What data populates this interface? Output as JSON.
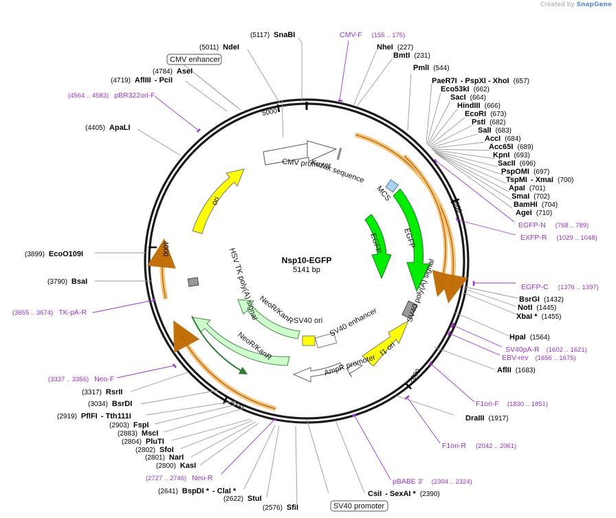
{
  "brand": {
    "prefix": "Created by",
    "name": "SnapGene"
  },
  "plasmid": {
    "name": "Nsp10-EGFP",
    "length_label": "5141 bp",
    "length": 5141
  },
  "ticks": [
    "1000",
    "2000",
    "3000",
    "4000",
    "5000"
  ],
  "features": [
    {
      "name": "CMV promoter",
      "color": "#ffffff",
      "kind": "promoter"
    },
    {
      "name": "Kozak sequence",
      "color": "#9a9a9a",
      "kind": "misc"
    },
    {
      "name": "MCS",
      "color": "#a9d1f0",
      "kind": "misc"
    },
    {
      "name": "EGFP",
      "color": "#00ee00",
      "kind": "cds"
    },
    {
      "name": "EGFP",
      "color": "#00ee00",
      "kind": "cds"
    },
    {
      "name": "SV40 poly(A) signal",
      "color": "#9a9a9a",
      "kind": "misc"
    },
    {
      "name": "f1 ori",
      "color": "#ffff00",
      "kind": "origin"
    },
    {
      "name": "AmpR promoter",
      "color": "#ffffff",
      "kind": "promoter"
    },
    {
      "name": "SV40 promoter",
      "color": "#ffffff",
      "kind": "promoter"
    },
    {
      "name": "SV40 ori",
      "color": "#ffff00",
      "kind": "origin"
    },
    {
      "name": "SV40 enhancer",
      "color": "#ffffff",
      "kind": "misc"
    },
    {
      "name": "NeoR/KanR",
      "color": "#ccffcc",
      "kind": "cds"
    },
    {
      "name": "NeoR/KanR",
      "color": "#ccffcc",
      "kind": "cds"
    },
    {
      "name": "HSV TK poly(A) signal",
      "color": "#9a9a9a",
      "kind": "misc"
    },
    {
      "name": "ori",
      "color": "#ffff00",
      "kind": "origin"
    },
    {
      "name": "CMV enhancer",
      "color": "#ffffff",
      "kind": "enhancer"
    }
  ],
  "sites": [
    {
      "name": "SnaBI",
      "pos": "(5117)"
    },
    {
      "name": "NdeI",
      "pos": "(5011)"
    },
    {
      "name": "AseI",
      "pos": "(4784)"
    },
    {
      "name": "AflIII",
      "extra": "- PciI",
      "pos": "(4719)"
    },
    {
      "name": "ApaLI",
      "pos": "(4405)"
    },
    {
      "name": "EcoO109I",
      "pos": "(3899)"
    },
    {
      "name": "BsaI",
      "pos": "(3790)"
    },
    {
      "name": "RsrII",
      "pos": "(3317)"
    },
    {
      "name": "BsrDI",
      "pos": "(3034)"
    },
    {
      "name": "PflFI",
      "extra": "- Tth111I",
      "pos": "(2919)"
    },
    {
      "name": "FspI",
      "pos": "(2903)"
    },
    {
      "name": "MscI",
      "pos": "(2883)"
    },
    {
      "name": "PluTI",
      "pos": "(2804)"
    },
    {
      "name": "SfoI",
      "pos": "(2802)"
    },
    {
      "name": "NarI",
      "pos": "(2801)"
    },
    {
      "name": "KasI",
      "pos": "(2800)"
    },
    {
      "name": "BspDI *",
      "extra": "- ClaI *",
      "pos": "(2641)"
    },
    {
      "name": "StuI",
      "pos": "(2622)"
    },
    {
      "name": "SfiI",
      "pos": "(2576)"
    },
    {
      "name": "CsiI",
      "extra": "- SexAI *",
      "pos": "(2390)"
    },
    {
      "name": "DraIII",
      "pos": "(1917)"
    },
    {
      "name": "AflII",
      "pos": "(1683)"
    },
    {
      "name": "HpaI",
      "pos": "(1564)"
    },
    {
      "name": "XbaI *",
      "pos": "(1455)"
    },
    {
      "name": "NotI",
      "pos": "(1445)"
    },
    {
      "name": "BsrGI",
      "pos": "(1432)"
    },
    {
      "name": "NheI",
      "pos": "(227)"
    },
    {
      "name": "BmtI",
      "pos": "(231)"
    },
    {
      "name": "PmlI",
      "pos": "(544)"
    },
    {
      "name": "PaeR7I",
      "extra": "- PspXI - XhoI",
      "pos": "(657)"
    },
    {
      "name": "Eco53kI",
      "pos": "(662)"
    },
    {
      "name": "SacI",
      "pos": "(664)"
    },
    {
      "name": "HindIII",
      "pos": "(666)"
    },
    {
      "name": "EcoRI",
      "pos": "(673)"
    },
    {
      "name": "PstI",
      "pos": "(682)"
    },
    {
      "name": "SalI",
      "pos": "(683)"
    },
    {
      "name": "AccI",
      "pos": "(684)"
    },
    {
      "name": "Acc65I",
      "pos": "(689)"
    },
    {
      "name": "KpnI",
      "pos": "(693)"
    },
    {
      "name": "SacII",
      "pos": "(696)"
    },
    {
      "name": "PspOMI",
      "pos": "(697)"
    },
    {
      "name": "TspMI",
      "extra": "- XmaI",
      "pos": "(700)"
    },
    {
      "name": "ApaI",
      "pos": "(701)"
    },
    {
      "name": "SmaI",
      "pos": "(702)"
    },
    {
      "name": "BamHI",
      "pos": "(704)"
    },
    {
      "name": "AgeI",
      "pos": "(710)"
    }
  ],
  "primers": [
    {
      "name": "CMV-F",
      "range": "(155 .. 175)"
    },
    {
      "name": "pBR322ori-F",
      "range": "(4564 .. 4583)"
    },
    {
      "name": "EGFP-N",
      "range": "(768 .. 789)"
    },
    {
      "name": "EXFP-R",
      "range": "(1029 .. 1048)"
    },
    {
      "name": "EGFP-C",
      "range": "(1376 .. 1397)"
    },
    {
      "name": "SV40pA-R",
      "range": "(1602 .. 1621)"
    },
    {
      "name": "EBV-rev",
      "range": "(1656 .. 1675)"
    },
    {
      "name": "F1ori-F",
      "range": "(1830 .. 1851)"
    },
    {
      "name": "F1ori-R",
      "range": "(2042 .. 2061)"
    },
    {
      "name": "pBABE 3'",
      "range": "(2304 .. 2324)"
    },
    {
      "name": "Neo-R",
      "range": "(2727 .. 2746)"
    },
    {
      "name": "Neo-F",
      "range": "(3337 .. 3356)"
    },
    {
      "name": "TK-pA-R",
      "range": "(3655 .. 3674)"
    }
  ],
  "colors": {
    "primer": "#9b30d9",
    "orf": "#f5a623",
    "backbone": "#1a1a1a",
    "leader": "#9a9a9a"
  }
}
